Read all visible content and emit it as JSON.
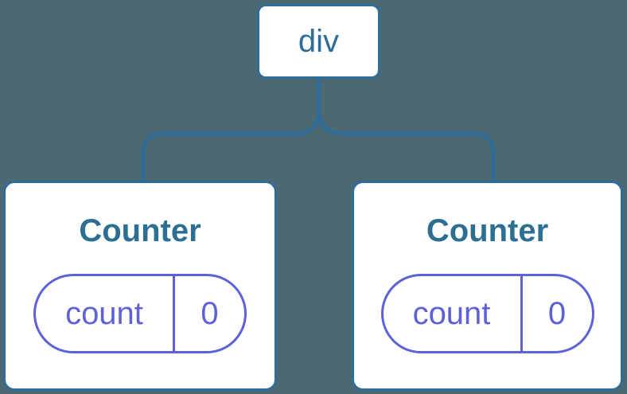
{
  "colors": {
    "background": "#4C6872",
    "connector": "#2E6D99",
    "node_border": "#2E6D99",
    "node_background": "#FFFFFF",
    "title_text": "#2D6E93",
    "state_accent": "#5E61D8"
  },
  "tree": {
    "root": {
      "label": "div"
    },
    "children": [
      {
        "title": "Counter",
        "state": [
          {
            "key": "count",
            "value": "0"
          }
        ]
      },
      {
        "title": "Counter",
        "state": [
          {
            "key": "count",
            "value": "0"
          }
        ]
      }
    ]
  }
}
